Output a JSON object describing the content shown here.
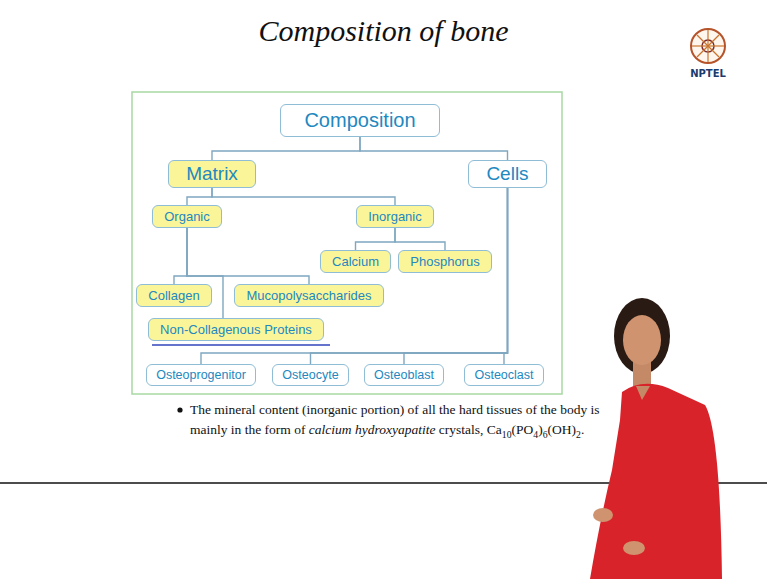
{
  "diagram": {
    "title": "Composition of bone",
    "nodes": [
      {
        "text": [
          "Composition"
        ]
      },
      {
        "text": [
          "Matrix"
        ]
      },
      {
        "text": [
          "Cells"
        ]
      },
      {
        "text": [
          "Organic"
        ]
      },
      {
        "text": [
          "Inorganic"
        ]
      },
      {
        "text": [
          "Calcium"
        ]
      },
      {
        "text": [
          "Phosphorus"
        ]
      },
      {
        "text": [
          "Collagen"
        ]
      },
      {
        "text": [
          "Mucopolysaccharides"
        ]
      },
      {
        "text": [
          "Non-Collagenous Proteins"
        ]
      },
      {
        "text": [
          "Osteoprogenitor"
        ]
      },
      {
        "text": [
          "Osteocyte"
        ]
      },
      {
        "text": [
          "Osteoblast"
        ]
      },
      {
        "text": [
          "Osteoclast"
        ]
      }
    ],
    "edges": [
      {
        "from": 0,
        "to": 1,
        "arrow": "none"
      },
      {
        "from": 0,
        "to": 2,
        "arrow": "none"
      },
      {
        "from": 1,
        "to": 3,
        "arrow": "none"
      },
      {
        "from": 1,
        "to": 4,
        "arrow": "none"
      },
      {
        "from": 3,
        "to": 7,
        "arrow": "none"
      },
      {
        "from": 3,
        "to": 8,
        "arrow": "none"
      },
      {
        "from": 3,
        "to": 9,
        "arrow": "none"
      },
      {
        "from": 4,
        "to": 5,
        "arrow": "none"
      },
      {
        "from": 4,
        "to": 6,
        "arrow": "none"
      },
      {
        "from": 2,
        "to": 10,
        "arrow": "none"
      },
      {
        "from": 2,
        "to": 11,
        "arrow": "none"
      },
      {
        "from": 2,
        "to": 12,
        "arrow": "none"
      },
      {
        "from": 2,
        "to": 13,
        "arrow": "none"
      }
    ],
    "labels": [
      "NPTEL",
      "The mineral content (inorganic portion) of all the hard tissues of the body is mainly in the form of",
      "calcium hydroxyapatite",
      "crystals,",
      "Ca",
      "10",
      "(PO",
      "4",
      ")",
      "6",
      "(OH)",
      "2",
      "."
    ]
  }
}
